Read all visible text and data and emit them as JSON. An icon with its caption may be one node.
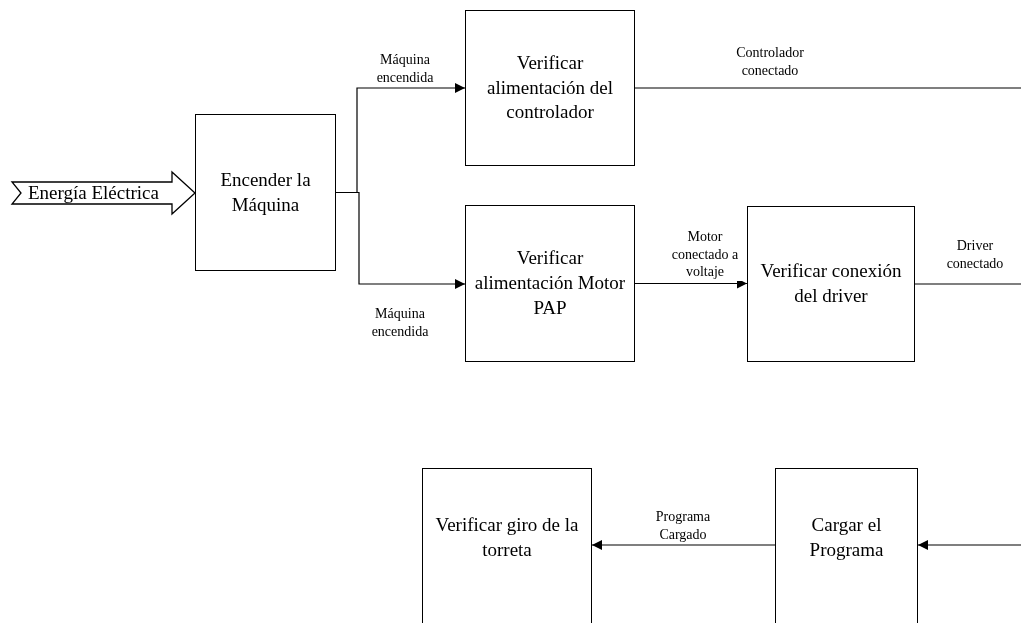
{
  "diagram": {
    "nodes": [
      {
        "text": [
          "Encender la Máquina"
        ]
      },
      {
        "text": [
          "Verificar alimentación del controlador"
        ]
      },
      {
        "text": [
          "Verificar alimentación Motor PAP"
        ]
      },
      {
        "text": [
          "Verificar conexión del driver"
        ]
      },
      {
        "text": [
          "Verificar giro de la torreta"
        ]
      },
      {
        "text": [
          "Cargar el Programa"
        ]
      }
    ],
    "edges": [
      {
        "from": null,
        "to": 0,
        "arrow": "to",
        "label": "Energía Eléctrica",
        "style": "thick"
      },
      {
        "from": 0,
        "to": 1,
        "arrow": "to",
        "label": "Máquina encendida"
      },
      {
        "from": 0,
        "to": 2,
        "arrow": "to",
        "label": "Máquina encendida"
      },
      {
        "from": 1,
        "to": null,
        "arrow": "none",
        "label": "Controlador conectado"
      },
      {
        "from": 2,
        "to": 3,
        "arrow": "to",
        "label": "Motor conectado a voltaje"
      },
      {
        "from": 3,
        "to": null,
        "arrow": "none",
        "label": "Driver conectado"
      },
      {
        "from": null,
        "to": 5,
        "arrow": "to"
      },
      {
        "from": 5,
        "to": 4,
        "arrow": "to",
        "label": "Programa Cargado"
      }
    ]
  }
}
